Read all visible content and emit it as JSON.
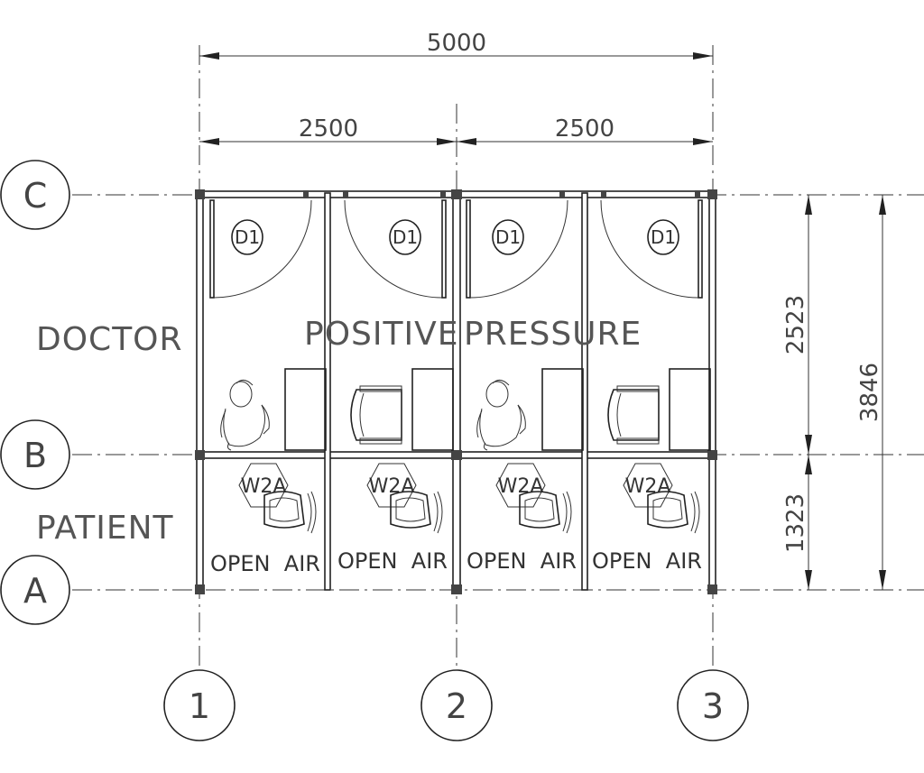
{
  "dimensions": {
    "overall_width": "5000",
    "bay_1_width": "2500",
    "bay_2_width": "2500",
    "c_to_b": "2523",
    "c_to_a": "3846",
    "b_to_a": "1323"
  },
  "grid_rows": [
    "C",
    "B",
    "A"
  ],
  "grid_columns": [
    "1",
    "2",
    "3"
  ],
  "zones": {
    "doctor": "DOCTOR",
    "patient": "PATIENT",
    "positive": "POSITIVE",
    "pressure": "PRESSURE"
  },
  "booths": [
    {
      "door_tag": "D1",
      "window_tag": "W2A",
      "open_air": "OPEN  AIR"
    },
    {
      "door_tag": "D1",
      "window_tag": "W2A",
      "open_air": "OPEN  AIR"
    },
    {
      "door_tag": "D1",
      "window_tag": "W2A",
      "open_air": "OPEN  AIR"
    },
    {
      "door_tag": "D1",
      "window_tag": "W2A",
      "open_air": "OPEN  AIR"
    }
  ]
}
